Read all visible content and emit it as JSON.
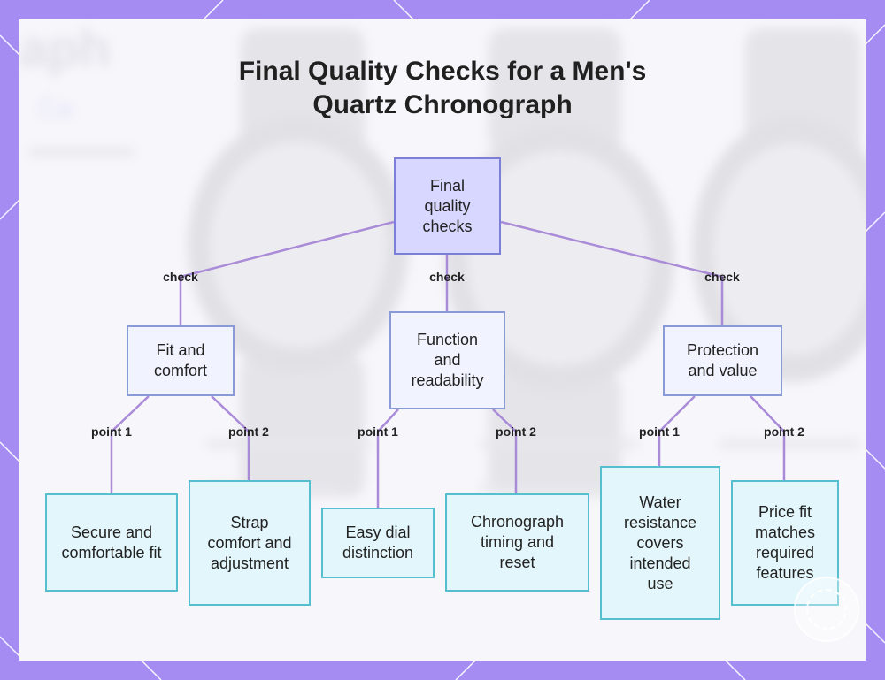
{
  "title_line1": "Final Quality Checks for a Men's",
  "title_line2": "Quartz Chronograph",
  "colors": {
    "frame": "#a58cf2",
    "edge": "#a98bd8",
    "root_fill": "#d7d7ff",
    "category_fill": "#f1f3ff",
    "leaf_fill": "#e3f6fb"
  },
  "nodes": {
    "root": "Final quality checks",
    "fit": "Fit and comfort",
    "function": "Function and readability",
    "protection": "Protection and value",
    "secure_fit": "Secure and comfortable fit",
    "strap": "Strap comfort and adjustment",
    "dial": "Easy dial distinction",
    "chrono": "Chronograph timing and reset",
    "water": "Water resistance covers intended use",
    "price": "Price fit matches required features"
  },
  "edge_labels": {
    "check_fit": "check",
    "check_function": "check",
    "check_protection": "check",
    "fit_point1": "point 1",
    "fit_point2": "point 2",
    "function_point1": "point 1",
    "function_point2": "point 2",
    "protection_point1": "point 1",
    "protection_point2": "point 2"
  }
}
